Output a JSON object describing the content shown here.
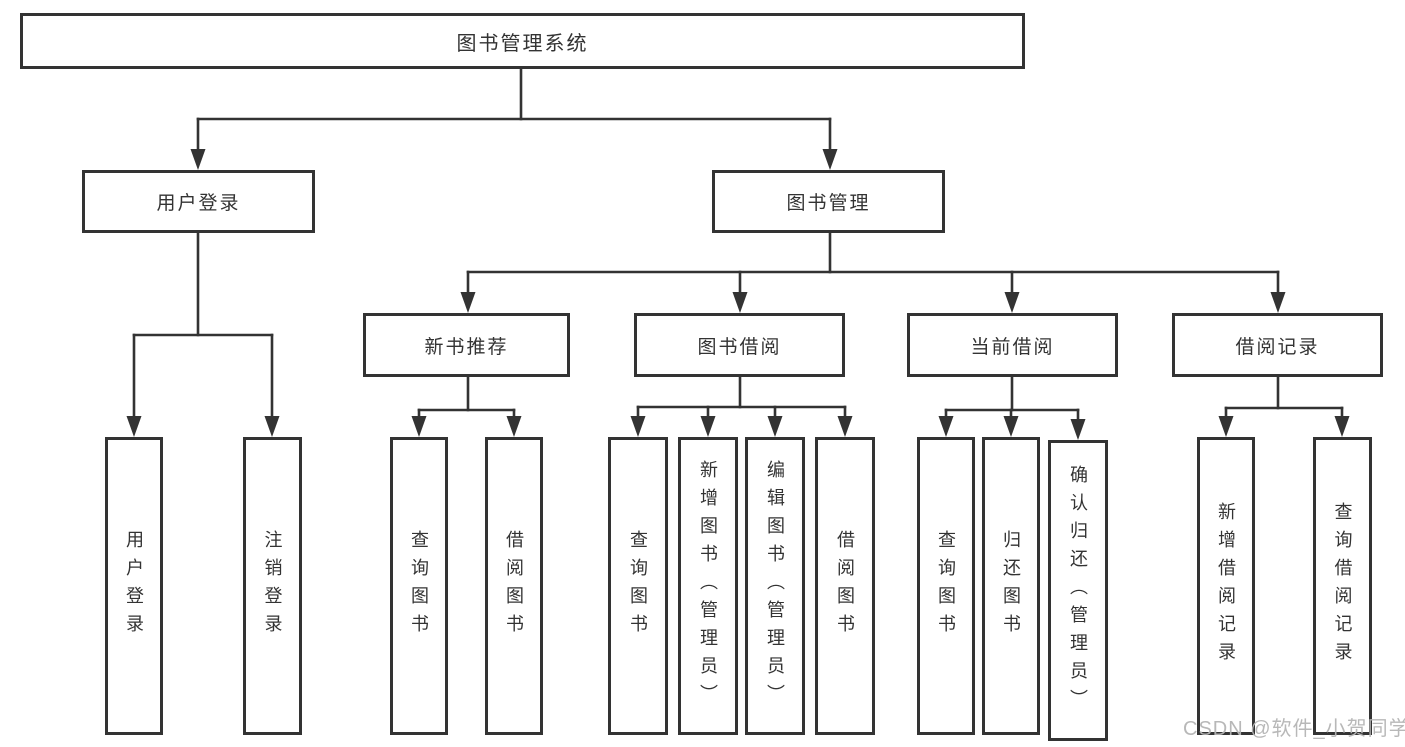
{
  "diagram": {
    "root": "图书管理系统",
    "branches": [
      "用户登录",
      "图书管理"
    ],
    "modules": [
      "新书推荐",
      "图书借阅",
      "当前借阅",
      "借阅记录"
    ],
    "leaves": [
      "用户登录",
      "注销登录",
      "查询图书",
      "借阅图书",
      "查询图书",
      "新增图书（管理员）",
      "编辑图书（管理员）",
      "借阅图书",
      "查询图书",
      "归还图书",
      "确认归还（管理员）",
      "新增借阅记录",
      "查询借阅记录"
    ]
  },
  "watermark": "CSDN @软件_小贺同学",
  "colors": {
    "line": "#333333",
    "text": "#333333",
    "watermark": "#b5b5b5",
    "background": "#ffffff"
  }
}
